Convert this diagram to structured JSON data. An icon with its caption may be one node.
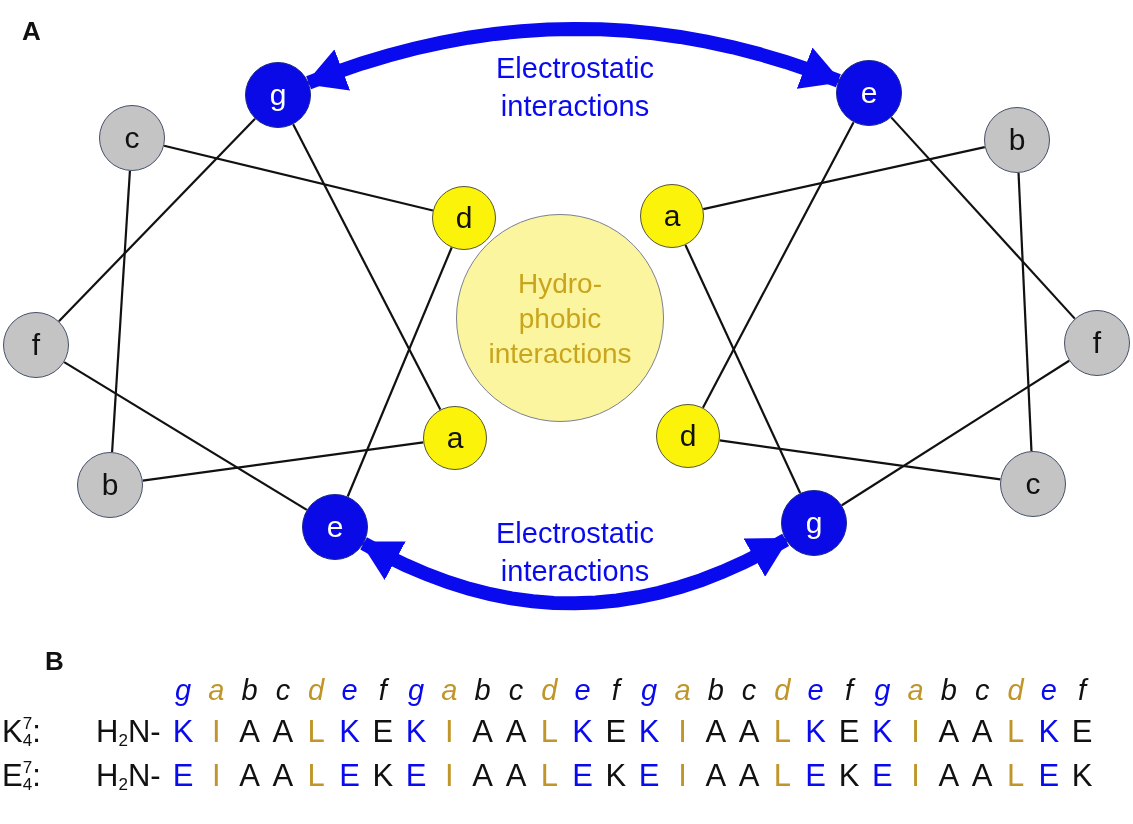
{
  "diagram": {
    "nodes": [
      {
        "text": [
          "g"
        ]
      },
      {
        "text": [
          "e"
        ]
      },
      {
        "text": [
          "c"
        ]
      },
      {
        "text": [
          "b"
        ]
      },
      {
        "text": [
          "d"
        ]
      },
      {
        "text": [
          "a"
        ]
      },
      {
        "text": [
          "Hydro- phobic interactions"
        ]
      },
      {
        "text": [
          "f"
        ]
      },
      {
        "text": [
          "f"
        ]
      },
      {
        "text": [
          "a"
        ]
      },
      {
        "text": [
          "d"
        ]
      },
      {
        "text": [
          "b"
        ]
      },
      {
        "text": [
          "c"
        ]
      },
      {
        "text": [
          "e"
        ]
      },
      {
        "text": [
          "g"
        ]
      }
    ],
    "edges": [
      {
        "from": 0,
        "to": 1,
        "arrow": "both",
        "style": "thick",
        "color": "#0a0aee"
      },
      {
        "from": 13,
        "to": 14,
        "arrow": "both",
        "style": "thick",
        "color": "#0a0aee"
      },
      {
        "from": 2,
        "to": 4,
        "arrow": "none"
      },
      {
        "from": 0,
        "to": 7,
        "arrow": "none"
      },
      {
        "from": 0,
        "to": 9,
        "arrow": "none"
      },
      {
        "from": 2,
        "to": 11,
        "arrow": "none"
      },
      {
        "from": 7,
        "to": 13,
        "arrow": "none"
      },
      {
        "from": 11,
        "to": 9,
        "arrow": "none"
      },
      {
        "from": 4,
        "to": 13,
        "arrow": "none"
      },
      {
        "from": 5,
        "to": 3,
        "arrow": "none"
      },
      {
        "from": 3,
        "to": 12,
        "arrow": "none"
      },
      {
        "from": 12,
        "to": 10,
        "arrow": "none"
      },
      {
        "from": 10,
        "to": 1,
        "arrow": "none"
      },
      {
        "from": 1,
        "to": 8,
        "arrow": "none"
      },
      {
        "from": 8,
        "to": 14,
        "arrow": "none"
      },
      {
        "from": 14,
        "to": 5,
        "arrow": "none"
      }
    ],
    "labels": [
      "A",
      "Electrostatic interactions",
      "Electrostatic interactions",
      "B",
      "g",
      "a",
      "b",
      "c",
      "d",
      "e",
      "f",
      "g",
      "a",
      "b",
      "c",
      "d",
      "e",
      "f",
      "g",
      "a",
      "b",
      "c",
      "d",
      "e",
      "f",
      "g",
      "a",
      "b",
      "c",
      "d",
      "e",
      "f",
      "K$^{7}$$_{4}$:",
      "H$_{2}$N-",
      "K",
      "I",
      "A",
      "A",
      "L",
      "K",
      "E",
      "K",
      "I",
      "A",
      "A",
      "L",
      "K",
      "E",
      "K",
      "I",
      "A",
      "A",
      "L",
      "K",
      "E",
      "K",
      "I",
      "A",
      "A",
      "L",
      "K",
      "E",
      "E$^{7}$$_{4}$:",
      "H$_{2}$N-",
      "E",
      "I",
      "A",
      "A",
      "L",
      "E",
      "K",
      "E",
      "I",
      "A",
      "A",
      "L",
      "E",
      "K",
      "E",
      "I",
      "A",
      "A",
      "L",
      "E",
      "K",
      "E",
      "I",
      "A",
      "A",
      "L",
      "E",
      "K"
    ]
  }
}
